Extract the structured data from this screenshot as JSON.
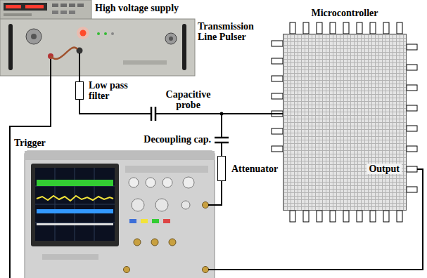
{
  "diagram": {
    "nodes": [
      {
        "text": [
          "High voltage supply",
          "Transmission Line Pulser"
        ]
      },
      {
        "text": [
          "Low pass filter"
        ]
      },
      {
        "text": [
          "Microcontroller",
          "Output"
        ]
      },
      {
        "text": [
          "Attenuator"
        ]
      }
    ],
    "edges": [
      {
        "from": 0,
        "to": 1,
        "arrow": "none"
      },
      {
        "from": 1,
        "to": 2,
        "arrow": "none"
      },
      {
        "from": 2,
        "to": 3,
        "arrow": "none"
      }
    ],
    "labels": [
      "Capacitive probe",
      "Decoupling cap.",
      "Trigger"
    ]
  }
}
